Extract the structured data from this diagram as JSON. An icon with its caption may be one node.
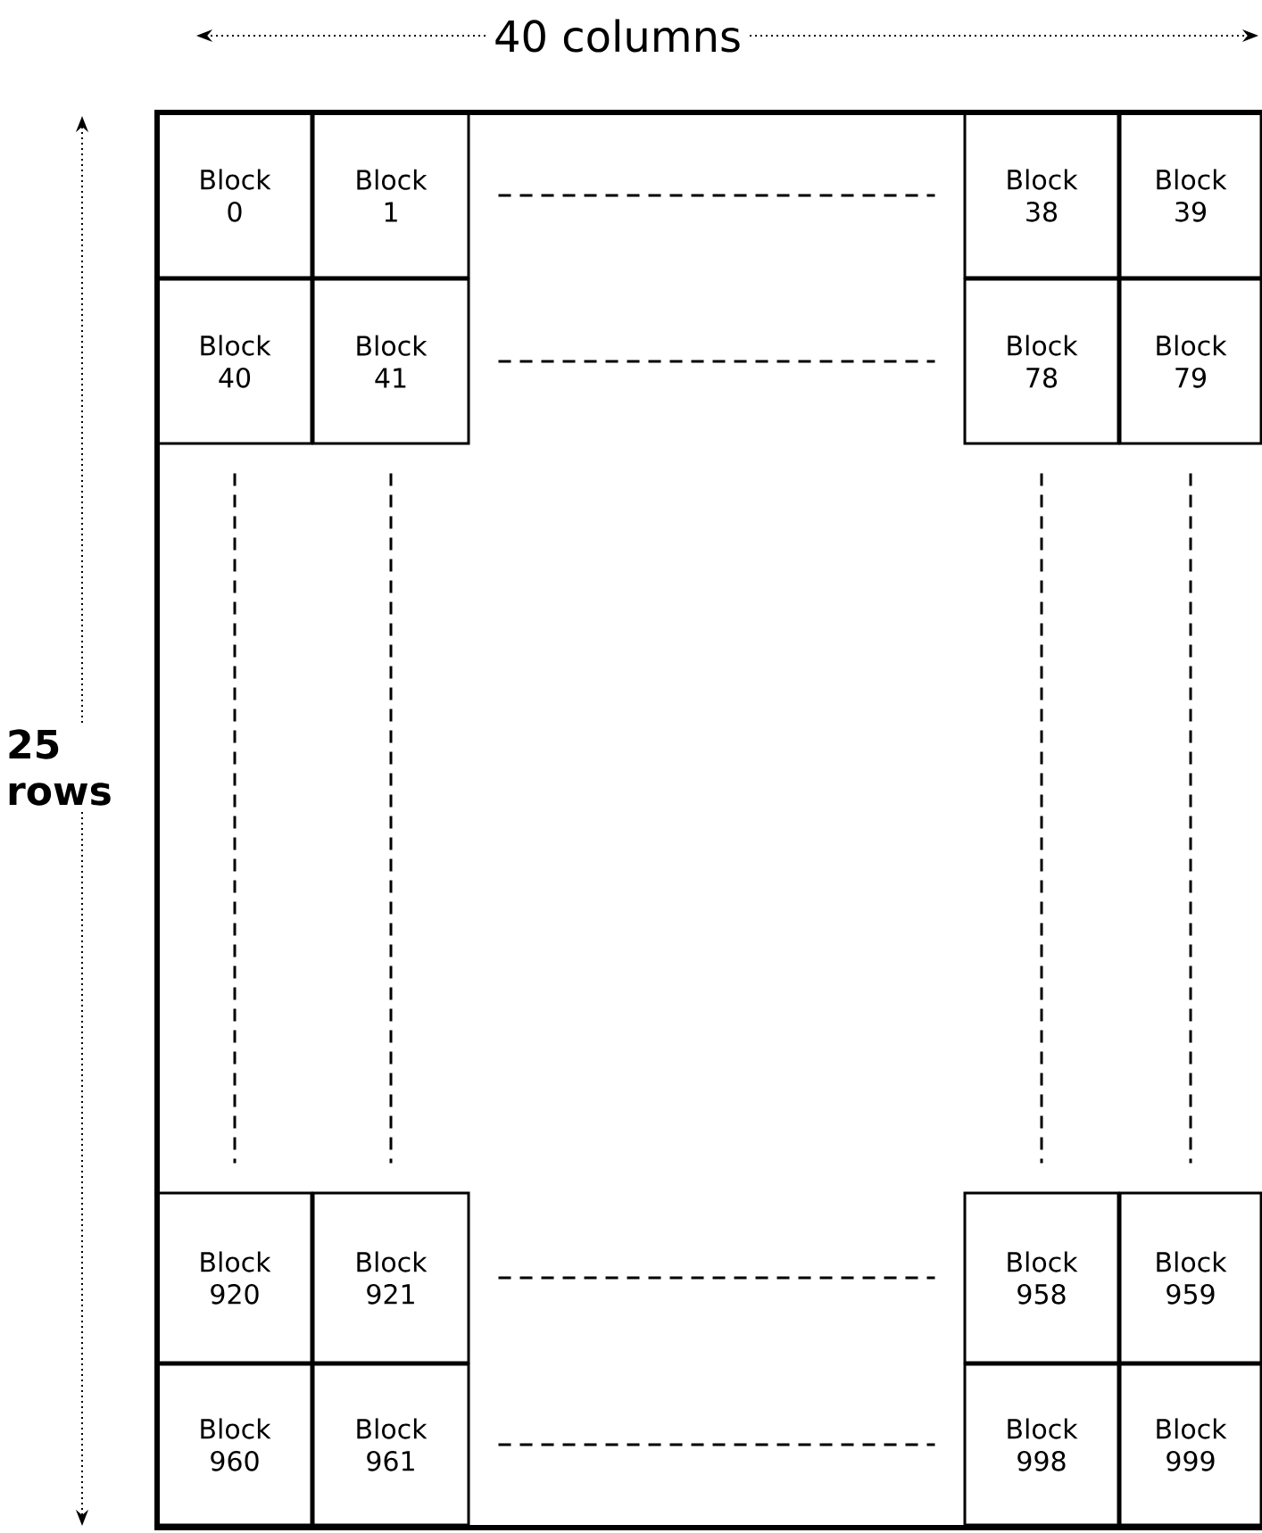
{
  "diagram": {
    "nodes": [
      {
        "text": [
          "Block 0"
        ]
      },
      {
        "text": [
          "Block 1"
        ]
      },
      {
        "text": [
          "Block 38"
        ]
      },
      {
        "text": [
          "Block 39"
        ]
      },
      {
        "text": [
          "Block 40"
        ]
      },
      {
        "text": [
          "Block 41"
        ]
      },
      {
        "text": [
          "Block 78"
        ]
      },
      {
        "text": [
          "Block 79"
        ]
      },
      {
        "text": [
          "Block 920"
        ]
      },
      {
        "text": [
          "Block 921"
        ]
      },
      {
        "text": [
          "Block 958"
        ]
      },
      {
        "text": [
          "Block 959"
        ]
      },
      {
        "text": [
          "Block 960"
        ]
      },
      {
        "text": [
          "Block 961"
        ]
      },
      {
        "text": [
          "Block 998"
        ]
      },
      {
        "text": [
          "Block 999"
        ]
      }
    ],
    "edges": [
      {
        "from": 1,
        "to": 2,
        "arrow": "none",
        "style": "dashed"
      },
      {
        "from": 5,
        "to": 6,
        "arrow": "none",
        "style": "dashed"
      },
      {
        "from": 4,
        "to": 8,
        "arrow": "none",
        "style": "dashed"
      },
      {
        "from": 5,
        "to": 9,
        "arrow": "none",
        "style": "dashed"
      },
      {
        "from": 6,
        "to": 10,
        "arrow": "none",
        "style": "dashed"
      },
      {
        "from": 7,
        "to": 11,
        "arrow": "none",
        "style": "dashed"
      },
      {
        "from": 9,
        "to": 10,
        "arrow": "none",
        "style": "dashed"
      },
      {
        "from": 13,
        "to": 14,
        "arrow": "none",
        "style": "dashed"
      }
    ],
    "labels": [
      "40 columns",
      "25 rows"
    ]
  }
}
